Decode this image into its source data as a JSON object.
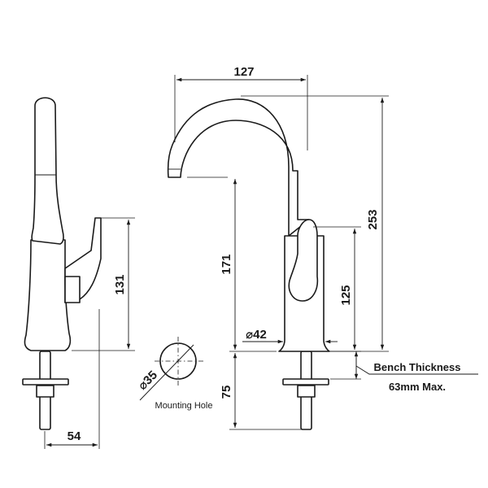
{
  "dimensions": {
    "spout_reach": "127",
    "overall_height": "253",
    "spout_height": "171",
    "body_height": "125",
    "side_height": "131",
    "base_diameter": "⌀42",
    "hole_diameter": "⌀35",
    "shank_length": "75",
    "base_depth": "54"
  },
  "labels": {
    "mounting_hole": "Mounting Hole",
    "bench_thickness_line1": "Bench Thickness",
    "bench_thickness_line2": "63mm Max."
  },
  "colors": {
    "line": "#1a1a1a",
    "background": "#ffffff"
  }
}
